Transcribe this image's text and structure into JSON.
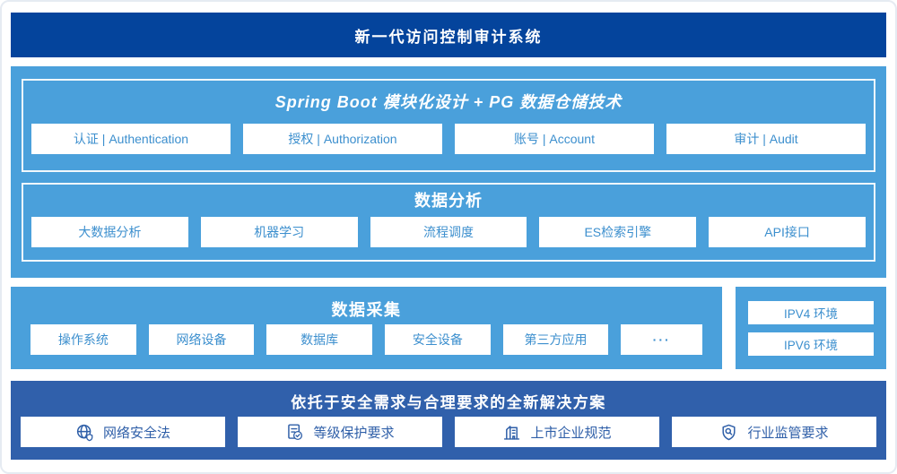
{
  "banner": {
    "title": "新一代访问控制审计系统"
  },
  "platform": {
    "title": "Spring Boot 模块化设计 + PG 数据仓储技术",
    "modules": [
      "认证 | Authentication",
      "授权 | Authorization",
      "账号 | Account",
      "审计 | Audit"
    ]
  },
  "analysis": {
    "title": "数据分析",
    "modules": [
      "大数据分析",
      "机器学习",
      "流程调度",
      "ES检索引擎",
      "API接口"
    ]
  },
  "collection": {
    "title": "数据采集",
    "sources": [
      "操作系统",
      "网络设备",
      "数据库",
      "安全设备",
      "第三方应用",
      "···"
    ]
  },
  "environments": {
    "items": [
      "IPV4 环境",
      "IPV6 环境"
    ]
  },
  "solution": {
    "title": "依托于安全需求与合理要求的全新解决方案",
    "items": [
      {
        "icon": "globe-security-icon",
        "label": "网络安全法"
      },
      {
        "icon": "document-check-icon",
        "label": "等级保护要求"
      },
      {
        "icon": "building-icon",
        "label": "上市企业规范"
      },
      {
        "icon": "shield-search-icon",
        "label": "行业监管要求"
      }
    ]
  },
  "colors": {
    "banner_blue": "#04449c",
    "sky_blue": "#4aa0db",
    "solution_blue": "#3060ab",
    "box_text_blue": "#3c8fce",
    "solution_text_blue": "#2f5fa8"
  }
}
